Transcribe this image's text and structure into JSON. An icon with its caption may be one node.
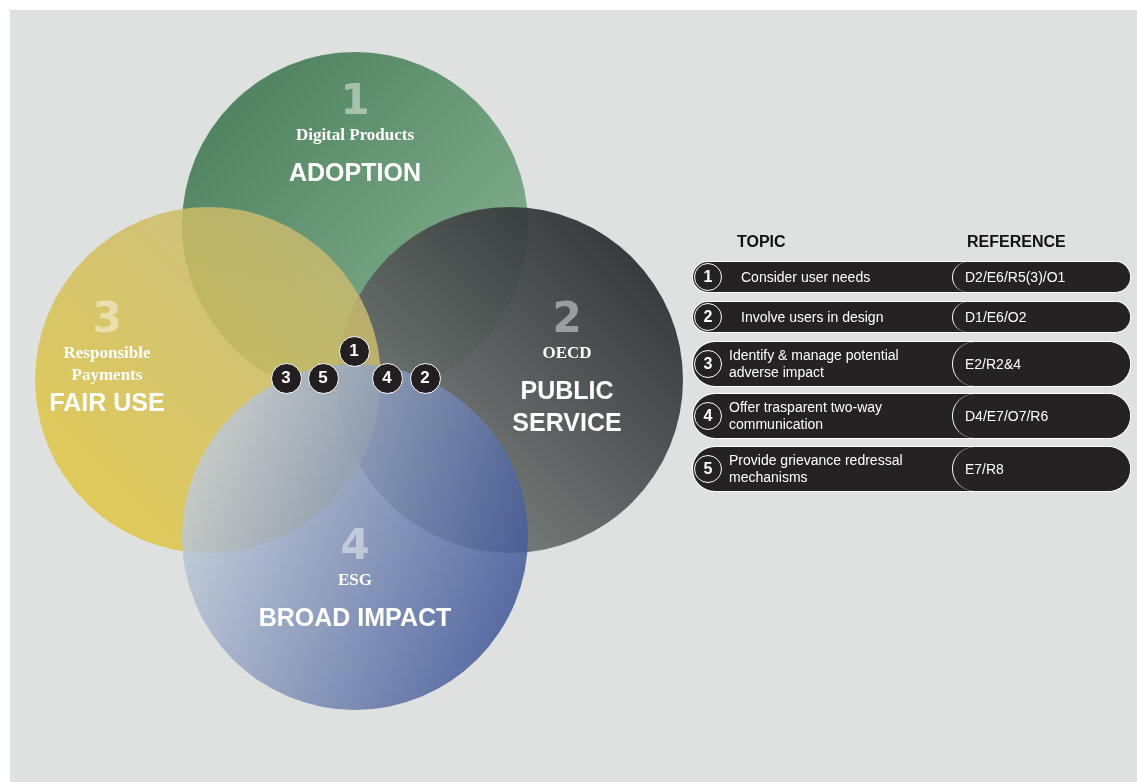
{
  "diagram": {
    "nodes": [
      {
        "text": [
          "1",
          "Digital Products",
          "ADOPTION"
        ]
      },
      {
        "text": [
          "2",
          "OECD",
          "PUBLIC SERVICE"
        ]
      },
      {
        "text": [
          "3",
          "Responsible Payments",
          "FAIR USE"
        ]
      },
      {
        "text": [
          "4",
          "ESG",
          "BROAD IMPACT"
        ]
      },
      {
        "text": [
          "3"
        ]
      },
      {
        "text": [
          "5"
        ]
      },
      {
        "text": [
          "1"
        ]
      },
      {
        "text": [
          "4"
        ]
      },
      {
        "text": [
          "2"
        ]
      },
      {
        "text": [
          "Consider user needs"
        ]
      },
      {
        "text": [
          "1"
        ],
        "in": 9
      },
      {
        "text": [
          "D2/E6/R5(3)/O1"
        ],
        "in": 9
      },
      {
        "text": [
          "Involve users in design"
        ]
      },
      {
        "text": [
          "2"
        ],
        "in": 12
      },
      {
        "text": [
          "D1/E6/O2"
        ],
        "in": 12
      },
      {
        "text": [
          "Identify & manage potential adverse impact"
        ]
      },
      {
        "text": [
          "3"
        ],
        "in": 15
      },
      {
        "text": [
          "E2/R2&4"
        ],
        "in": 15
      },
      {
        "text": [
          "Offer trasparent two-way communication"
        ]
      },
      {
        "text": [
          "4"
        ],
        "in": 18
      },
      {
        "text": [
          "D4/E7/O7/R6"
        ],
        "in": 18
      },
      {
        "text": [
          "Provide grievance redressal mechanisms"
        ]
      },
      {
        "text": [
          "5"
        ],
        "in": 21
      },
      {
        "text": [
          "E7/R8"
        ],
        "in": 21
      }
    ],
    "labels": [
      "TOPIC",
      "REFERENCE"
    ]
  }
}
